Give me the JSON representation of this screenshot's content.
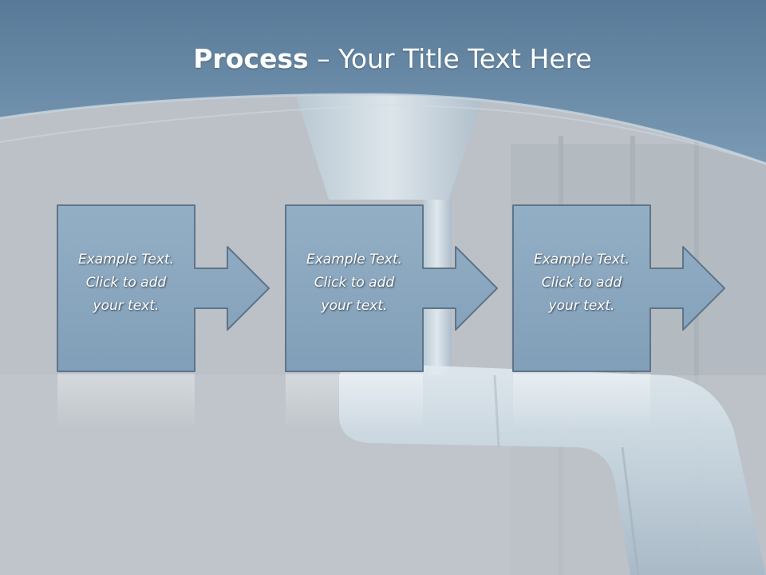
{
  "slide": {
    "title_bold": "Process",
    "title_rest": " – Your Title Text Here"
  },
  "steps": [
    {
      "lines": [
        "Example Text.",
        "Click  to add",
        "your text."
      ]
    },
    {
      "lines": [
        "Example Text.",
        "Click  to add",
        "your text."
      ]
    },
    {
      "lines": [
        "Example Text.",
        "Click  to add",
        "your text."
      ]
    }
  ],
  "colors": {
    "header_blue": "#6f8faa",
    "box_fill": "#8ba8c1",
    "box_border": "#5f7489",
    "background_gray": "#b9c0c6"
  }
}
